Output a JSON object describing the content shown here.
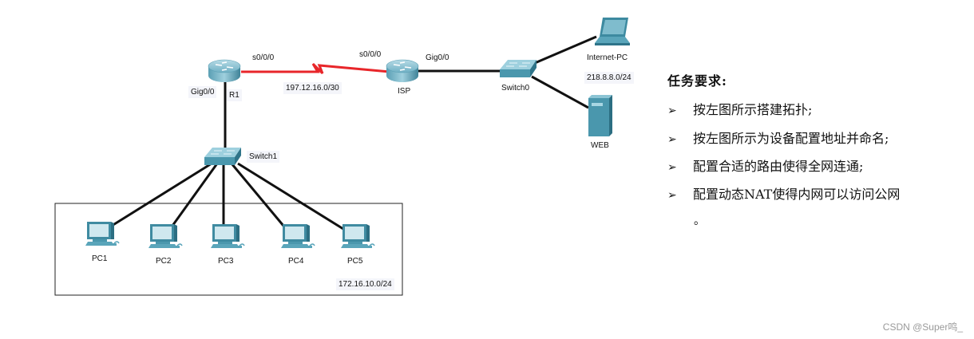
{
  "topology": {
    "devices": {
      "r1": {
        "name": "R1"
      },
      "isp": {
        "name": "ISP"
      },
      "switch0": {
        "name": "Switch0"
      },
      "switch1": {
        "name": "Switch1"
      },
      "internet_pc": {
        "name": "Internet-PC"
      },
      "web": {
        "name": "WEB"
      },
      "pcs": [
        {
          "name": "PC1"
        },
        {
          "name": "PC2"
        },
        {
          "name": "PC3"
        },
        {
          "name": "PC4"
        },
        {
          "name": "PC5"
        }
      ]
    },
    "interfaces": {
      "r1_serial": "s0/0/0",
      "isp_serial": "s0/0/0",
      "r1_gig": "Gig0/0",
      "isp_gig": "Gig0/0"
    },
    "networks": {
      "wan": "197.12.16.0/30",
      "public": "218.8.8.0/24",
      "lan": "172.16.10.0/24"
    },
    "colors": {
      "serial_link": "#e8262a",
      "ethernet_link": "#111111",
      "device_teal": "#4a97ad"
    }
  },
  "tasks": {
    "title": "任务要求:",
    "bullet": "➢",
    "items": [
      "按左图所示搭建拓扑;",
      "按左图所示为设备配置地址并命名;",
      "配置合适的路由使得全网连通;",
      "配置动态NAT使得内网可以访问公网"
    ],
    "trailing": "。"
  },
  "watermark": "CSDN @Super鸣_"
}
